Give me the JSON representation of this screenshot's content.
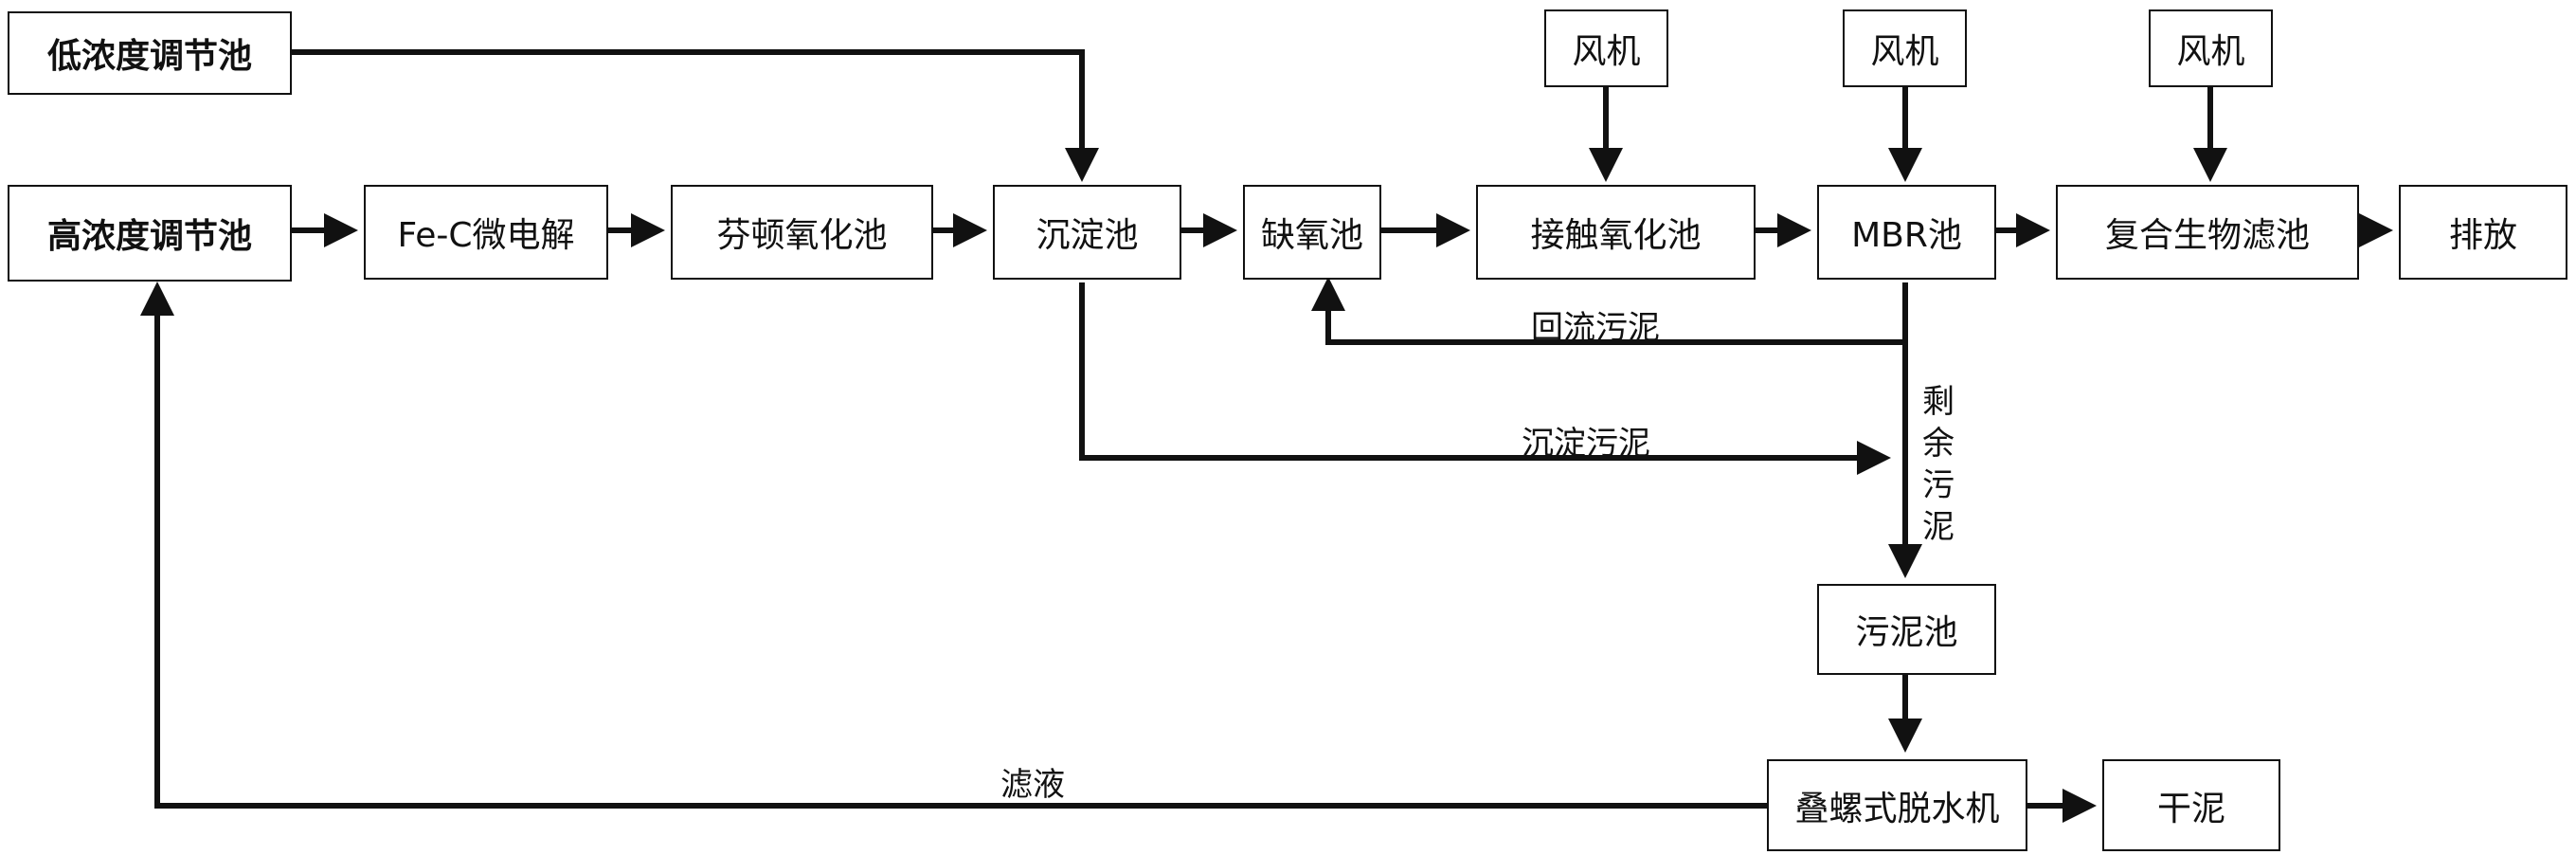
{
  "nodes": {
    "low_conc_tank": "低浓度调节池",
    "high_conc_tank": "高浓度调节池",
    "fe_c_electrolysis": "Fe-C微电解",
    "fenton_tank": "芬顿氧化池",
    "sedimentation_tank": "沉淀池",
    "anoxic_tank": "缺氧池",
    "contact_oxidation_tank": "接触氧化池",
    "mbr_tank": "MBR池",
    "bio_filter": "复合生物滤池",
    "discharge": "排放",
    "blower_1": "风机",
    "blower_2": "风机",
    "blower_3": "风机",
    "sludge_tank": "污泥池",
    "screw_dewater": "叠螺式脱水机",
    "dry_sludge": "干泥"
  },
  "edge_labels": {
    "return_sludge": "回流污泥",
    "settled_sludge": "沉淀污泥",
    "excess_sludge": "剩余污泥",
    "filtrate": "滤液"
  }
}
